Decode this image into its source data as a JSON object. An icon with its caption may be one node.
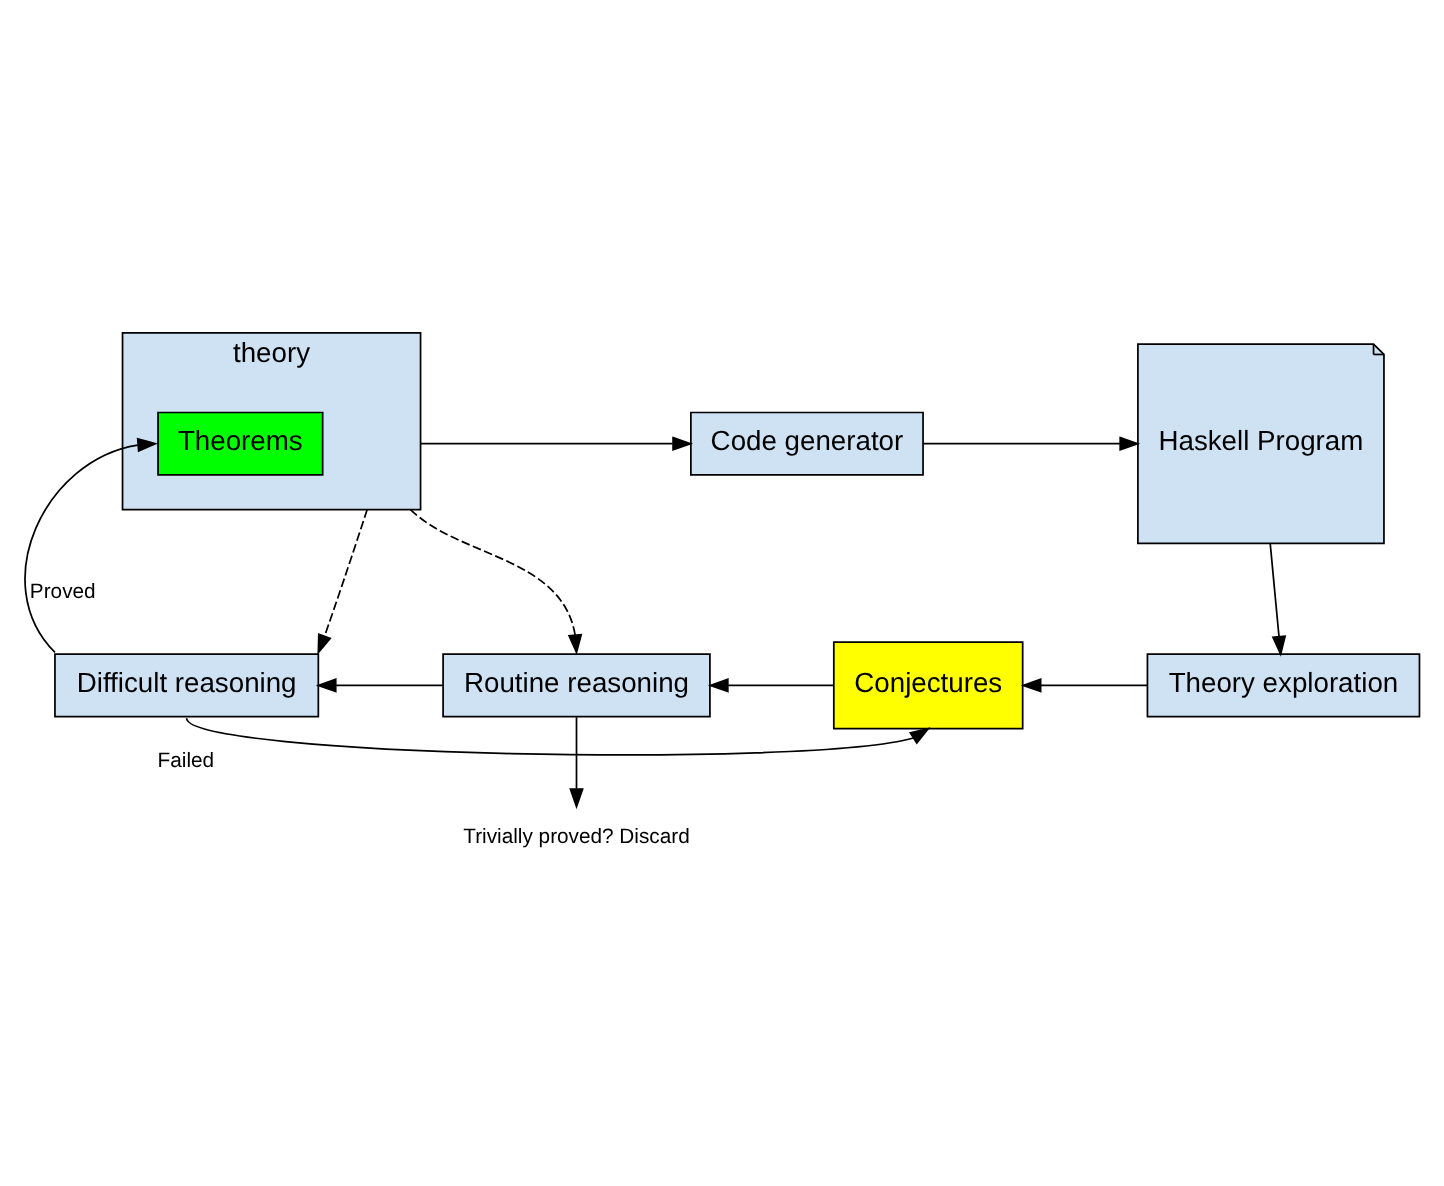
{
  "diagram": {
    "nodes": [
      {
        "text": [
          "theory"
        ]
      },
      {
        "text": [
          "Theorems"
        ],
        "in": 0
      },
      {
        "text": [
          "Code generator"
        ]
      },
      {
        "text": [
          "Haskell Program"
        ]
      },
      {
        "text": [
          "Theory exploration"
        ]
      },
      {
        "text": [
          "Conjectures"
        ]
      },
      {
        "text": [
          "Routine reasoning"
        ]
      },
      {
        "text": [
          "Difficult reasoning"
        ]
      },
      {
        "text": [
          "Trivially proved? Discard"
        ]
      }
    ],
    "edges": [
      {
        "from": 0,
        "to": 2,
        "arrow": "to"
      },
      {
        "from": 2,
        "to": 3,
        "arrow": "to"
      },
      {
        "from": 3,
        "to": 4,
        "arrow": "to"
      },
      {
        "from": 4,
        "to": 5,
        "arrow": "to"
      },
      {
        "from": 5,
        "to": 6,
        "arrow": "to"
      },
      {
        "from": 6,
        "to": 7,
        "arrow": "to"
      },
      {
        "from": 0,
        "to": 7,
        "arrow": "to",
        "style": "dashed"
      },
      {
        "from": 0,
        "to": 6,
        "arrow": "to",
        "style": "dashed"
      },
      {
        "from": 7,
        "to": 1,
        "arrow": "to",
        "label": "Proved"
      },
      {
        "from": 7,
        "to": 5,
        "arrow": "to",
        "label": "Failed"
      },
      {
        "from": 6,
        "to": 8,
        "arrow": "to"
      }
    ]
  }
}
